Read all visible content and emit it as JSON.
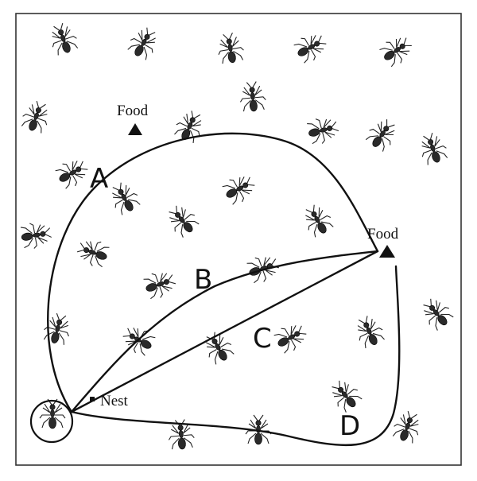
{
  "colors": {
    "ink": "#111111",
    "background": "#ffffff",
    "ant": "#2a2a2a"
  },
  "labels": {
    "food_left": "Food",
    "food_right": "Food",
    "nest": "Nest",
    "path_a": "A",
    "path_b": "B",
    "path_c": "C",
    "path_d": "D"
  },
  "icons": {
    "food_marker": "triangle-icon",
    "nest_marker": "square-icon",
    "ant": "ant-icon",
    "nest_ring": "circle-icon"
  }
}
